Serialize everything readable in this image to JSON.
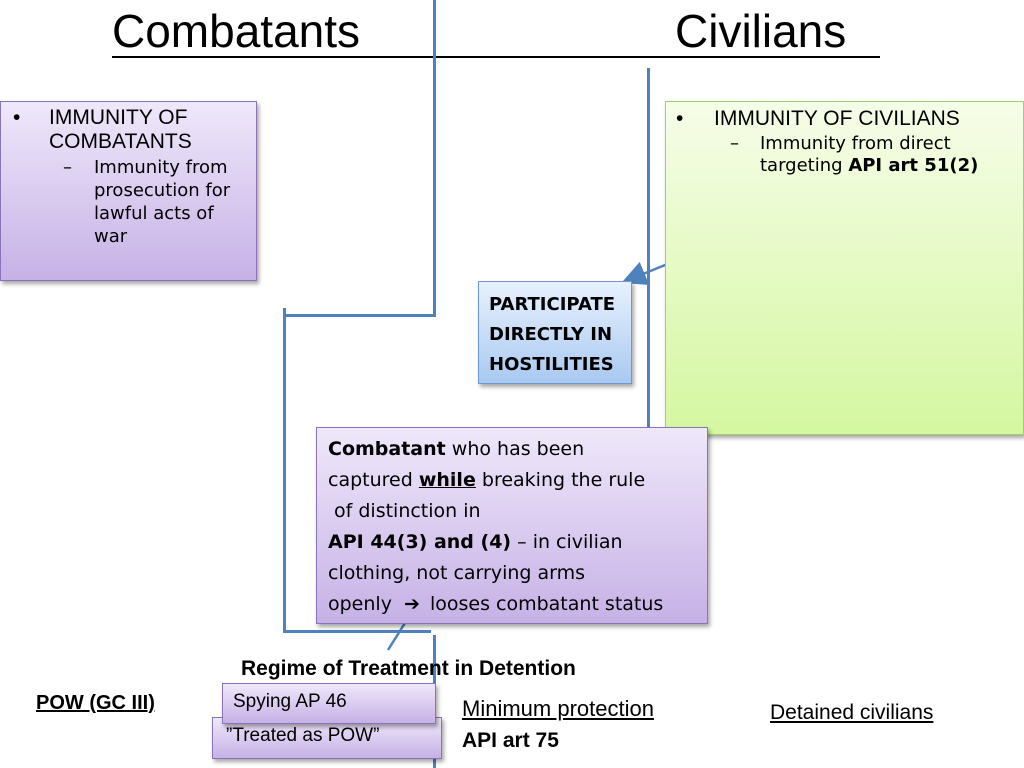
{
  "header": {
    "combatants_title": "Combatants",
    "civilians_title": "Civilians"
  },
  "combatants_box": {
    "bullet": "IMMUNITY OF COMBATANTS",
    "sub": "Immunity from prosecution for lawful acts of war"
  },
  "civilians_box": {
    "bullet": "IMMUNITY OF CIVILIANS",
    "sub_plain": "Immunity from direct targeting",
    "sub_bold": "API art 51(2)"
  },
  "participate_box": {
    "line1": "PARTICIPATE",
    "line2": "DIRECTLY IN",
    "line3": "HOSTILITIES"
  },
  "combatant_capture_box": {
    "combatant": "Combatant",
    "t1": "who has been",
    "t2": "captured",
    "while": "while",
    "t3": "breaking the rule",
    "t4": "of distinction in",
    "api_ref": "API 44(3) and (4)",
    "t5": "– in civilian",
    "t6": "clothing, not carrying arms",
    "t7": "openly",
    "arrow": "➔",
    "t8": "looses combatant status"
  },
  "detention": {
    "heading": "Regime of Treatment in Detention",
    "pow": "POW (GC III)",
    "spying": "Spying AP 46",
    "treated_as_pow": "”Treated as POW”",
    "minimum_protection": "Minimum protection",
    "api_art_75": "API art 75",
    "detained_civilians": "Detained civilians"
  },
  "colors": {
    "line": "#4f81bd",
    "purple_box": "#c6b1e6",
    "green_box": "#d4f7a0",
    "blue_box": "#a9c9f1"
  }
}
